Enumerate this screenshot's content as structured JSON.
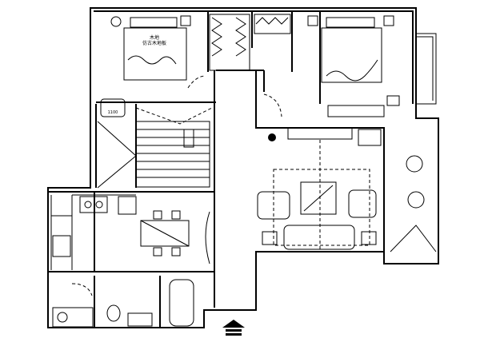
{
  "floorplan": {
    "bedroom_label_line1": "木地",
    "bedroom_label_line2": "仿古木地板",
    "cabinet_dimension": "1100",
    "entrance_icon": "entrance-arrow-icon"
  }
}
